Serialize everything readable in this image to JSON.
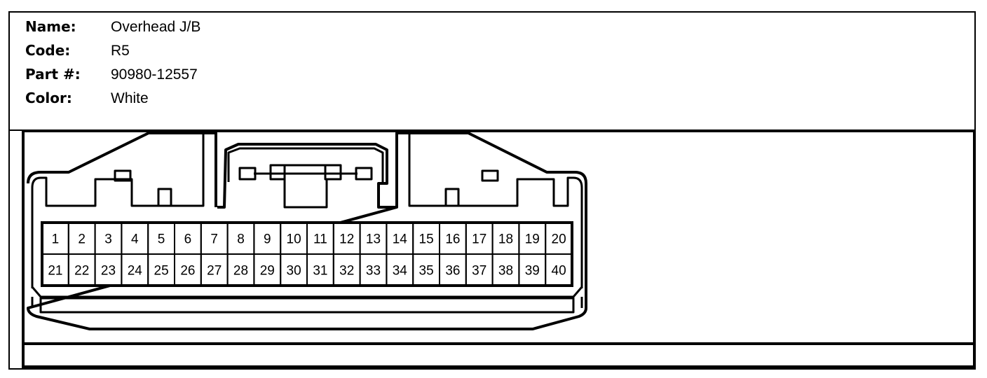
{
  "connector": {
    "name_label": "Name:",
    "name_value": "Overhead J/B",
    "code_label": "Code:",
    "code_value": "R5",
    "part_label": "Part #:",
    "part_value": "90980-12557",
    "color_label": "Color:",
    "color_value": "White"
  },
  "pins": {
    "top_row": [
      "1",
      "2",
      "3",
      "4",
      "5",
      "6",
      "7",
      "8",
      "9",
      "10",
      "11",
      "12",
      "13",
      "14",
      "15",
      "16",
      "17",
      "18",
      "19",
      "20"
    ],
    "bottom_row": [
      "21",
      "22",
      "23",
      "24",
      "25",
      "26",
      "27",
      "28",
      "29",
      "30",
      "31",
      "32",
      "33",
      "34",
      "35",
      "36",
      "37",
      "38",
      "39",
      "40"
    ]
  }
}
